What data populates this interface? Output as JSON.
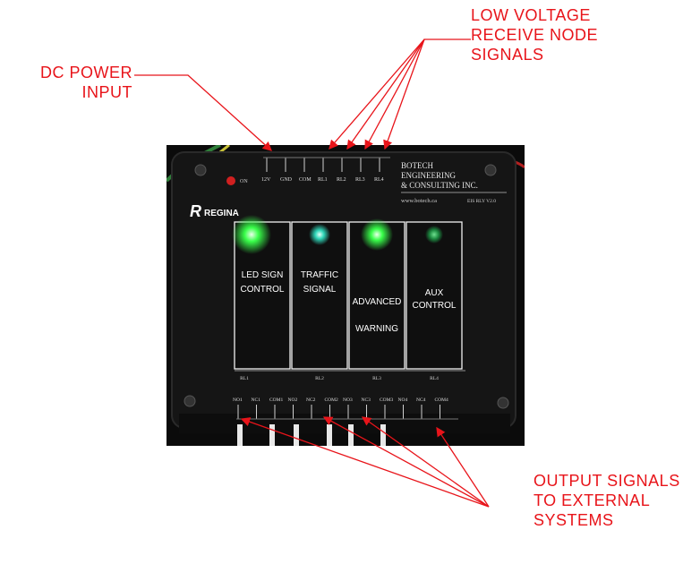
{
  "callouts": {
    "dc_power_line1": "DC POWER",
    "dc_power_line2": "INPUT",
    "low_voltage_line1": "LOW VOLTAGE",
    "low_voltage_line2": "RECEIVE NODE",
    "low_voltage_line3": "SIGNALS",
    "output_line1": "OUTPUT SIGNALS",
    "output_line2": "TO EXTERNAL",
    "output_line3": "SYSTEMS"
  },
  "device": {
    "power_led_label": "ON",
    "brand": "REGINA",
    "company_line1": "BOTECH",
    "company_line2": "ENGINEERING",
    "company_line3": "& CONSULTING INC.",
    "website": "www.botech.ca",
    "model": "EIS RLY V2.0",
    "top_terminals": [
      "12V",
      "GND",
      "COM",
      "RL1",
      "RL2",
      "RL3",
      "RL4"
    ],
    "bottom_terminals": [
      "NO1",
      "NC1",
      "COM1",
      "NO2",
      "NC2",
      "COM2",
      "NO3",
      "NC3",
      "COM3",
      "NO4",
      "NC4",
      "COM4"
    ],
    "relays": [
      {
        "line1": "LED SIGN",
        "line2": "CONTROL",
        "tag": "RL1",
        "led_color": "#2cff3a"
      },
      {
        "line1": "TRAFFIC",
        "line2": "SIGNAL",
        "tag": "RL2",
        "led_color": "#30e0c0"
      },
      {
        "line1": "ADVANCED",
        "line2": "WARNING",
        "tag": "RL3",
        "led_color": "#34ff3c"
      },
      {
        "line1": "AUX",
        "line2": "CONTROL",
        "tag": "RL4",
        "led_color": "#1c8a40"
      }
    ]
  },
  "colors": {
    "callout_red": "#e8141a",
    "panel": "#121212",
    "relay_box_border": "#ffffff"
  }
}
